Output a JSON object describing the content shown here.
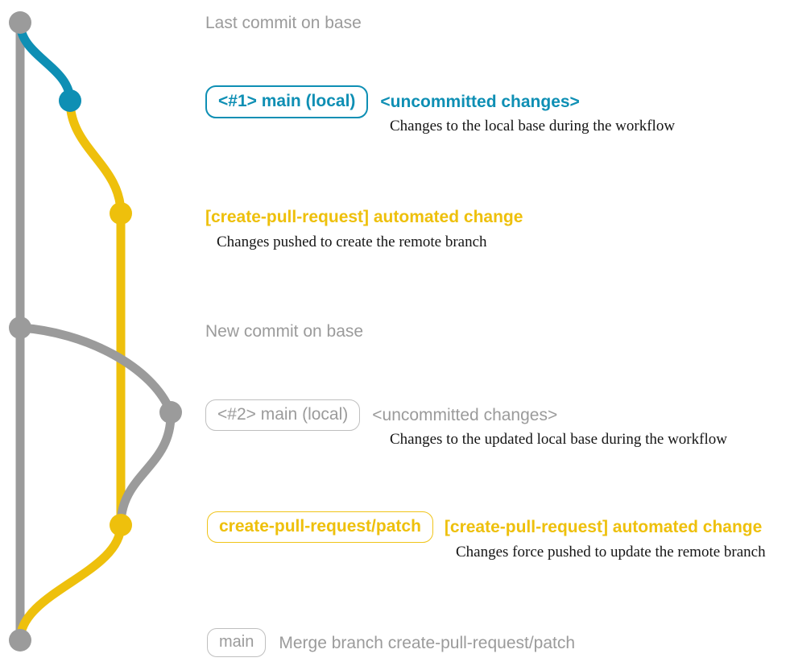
{
  "diagram": {
    "title": "git branch graph for create-pull-request workflow",
    "colors": {
      "base_gray": "#9b9b9b",
      "local_blue": "#0e8fb4",
      "patch_yellow": "#eec00c",
      "text_black": "#151515",
      "background": "#ffffff"
    }
  },
  "commits": [
    {
      "id": "base-last",
      "node_color": "#9b9b9b",
      "badge": null,
      "subject": "Last commit on base",
      "subject_style": "gray",
      "description": null
    },
    {
      "id": "local-1",
      "node_color": "#0e8fb4",
      "badge": "<#1> main (local)",
      "badge_style": "blue",
      "subject": "<uncommitted changes>",
      "subject_style": "blue",
      "description": "Changes to the local base during the workflow"
    },
    {
      "id": "patch-1",
      "node_color": "#eec00c",
      "badge": null,
      "subject": "[create-pull-request] automated change",
      "subject_style": "yellow",
      "description": "Changes pushed to create the remote branch"
    },
    {
      "id": "base-new",
      "node_color": "#9b9b9b",
      "badge": null,
      "subject": "New commit on base",
      "subject_style": "gray",
      "description": null
    },
    {
      "id": "local-2",
      "node_color": "#9b9b9b",
      "badge": "<#2> main (local)",
      "badge_style": "gray",
      "subject": "<uncommitted changes>",
      "subject_style": "gray",
      "description": "Changes to the updated local base during the workflow"
    },
    {
      "id": "patch-2",
      "node_color": "#eec00c",
      "badge": "create-pull-request/patch",
      "badge_style": "yellow",
      "subject": "[create-pull-request] automated change",
      "subject_style": "yellow",
      "description": "Changes force pushed to update the remote branch"
    },
    {
      "id": "merge",
      "node_color": "#9b9b9b",
      "badge": "main",
      "badge_style": "main",
      "subject": "Merge branch create-pull-request/patch",
      "subject_style": "gray",
      "description": null
    }
  ]
}
